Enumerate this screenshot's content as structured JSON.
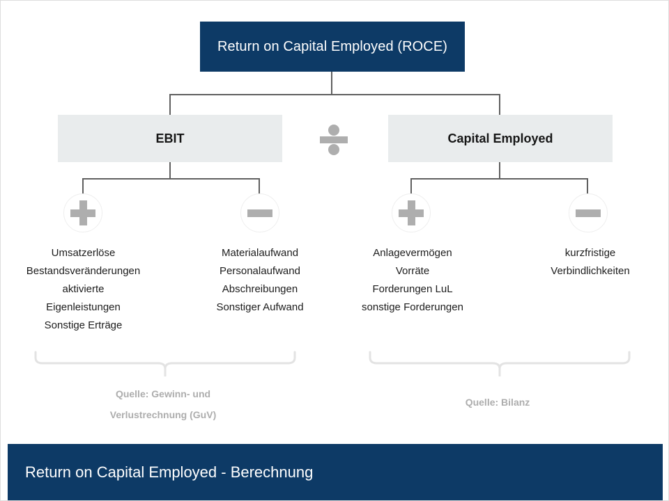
{
  "figure": {
    "root": {
      "label": "Return on Capital Employed (ROCE)"
    },
    "operator": {
      "name": "division-operator",
      "symbol": "÷"
    },
    "branches": [
      {
        "id": "ebit",
        "label": "EBIT",
        "source_caption": "Quelle: Gewinn- und Verlustrechnung (GuV)",
        "children": [
          {
            "sign": "plus",
            "items": [
              "Umsatzerlöse",
              "Bestandsveränderungen",
              "aktivierte",
              "Eigenleistungen",
              "Sonstige Erträge"
            ]
          },
          {
            "sign": "minus",
            "items": [
              "Materialaufwand",
              "Personalaufwand",
              "Abschreibungen",
              "Sonstiger Aufwand"
            ]
          }
        ]
      },
      {
        "id": "capital-employed",
        "label": "Capital Employed",
        "source_caption": "Quelle: Bilanz",
        "children": [
          {
            "sign": "plus",
            "items": [
              "Anlagevermögen",
              "Vorräte",
              "Forderungen LuL",
              "sonstige Forderungen"
            ]
          },
          {
            "sign": "minus",
            "items": [
              "kurzfristige",
              "Verbindlichkeiten"
            ]
          }
        ]
      }
    ],
    "source_captions": {
      "left_line_1": "Quelle: Gewinn- und",
      "left_line_2": "Verlustrechnung (GuV)",
      "right_line_1": "Quelle: Bilanz"
    },
    "footer": {
      "title": "Return on Capital Employed - Berechnung"
    },
    "colors": {
      "navy": "#0d3a66",
      "box_gray": "#e9eced",
      "icon_gray": "#aeaeae",
      "line_gray": "#5f5f5f",
      "caption_gray": "#adadad",
      "frame_gray": "#dddddd"
    }
  }
}
